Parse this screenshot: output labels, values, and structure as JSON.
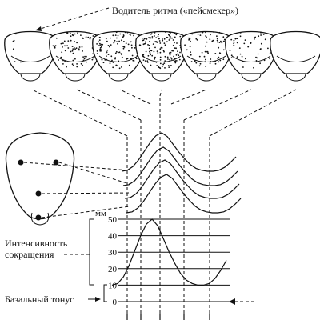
{
  "labels": {
    "pacemaker": "Водитель ритма («пейсмекер»)",
    "unit": "мм",
    "intensity_line1": "Интенсивность",
    "intensity_line2": "сокращения",
    "basal_tone": "Базальный тонус"
  },
  "chart_data": {
    "type": "line",
    "ylabel": "мм",
    "yticks": [
      0,
      10,
      20,
      30,
      40,
      50
    ],
    "ylim": [
      0,
      50
    ],
    "series": [
      {
        "x": [
          0,
          1,
          2,
          3,
          4,
          5,
          6,
          7,
          8,
          9,
          10,
          11,
          12,
          13,
          14,
          15,
          16,
          17,
          18,
          19,
          20
        ],
        "values": [
          10,
          11,
          15,
          22,
          31,
          40,
          47,
          50,
          46,
          38,
          30,
          23,
          17,
          13,
          11,
          10,
          10,
          11,
          14,
          19,
          25
        ]
      }
    ]
  },
  "heart_density": [
    0.15,
    0.55,
    0.75,
    1.0,
    0.55,
    0.35,
    0
  ]
}
